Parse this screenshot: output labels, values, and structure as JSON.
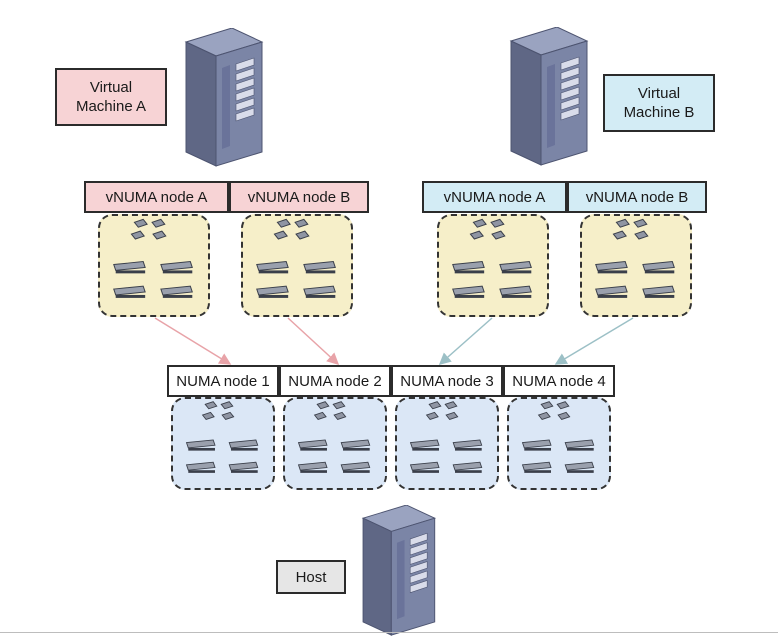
{
  "vm_a": {
    "label": "Virtual\nMachine A",
    "vnuma": [
      "vNUMA node A",
      "vNUMA node B"
    ]
  },
  "vm_b": {
    "label": "Virtual\nMachine B",
    "vnuma": [
      "vNUMA node A",
      "vNUMA node B"
    ]
  },
  "host": {
    "label": "Host",
    "numa": [
      "NUMA node 1",
      "NUMA node 2",
      "NUMA node 3",
      "NUMA node 4"
    ]
  },
  "colors": {
    "vm_a_accent": "#f7d3d5",
    "vm_b_accent": "#d3ecf5",
    "vm_tile": "#f6efc9",
    "host_tile": "#dbe7f6",
    "arrow_a": "#e8a3a8",
    "arrow_b": "#9cc0c6",
    "server_front": "#7b85a6",
    "server_side": "#5f6785",
    "server_top": "#9aa3c0"
  },
  "icons": [
    "server-icon",
    "cpu-icon",
    "memory-module-icon"
  ]
}
